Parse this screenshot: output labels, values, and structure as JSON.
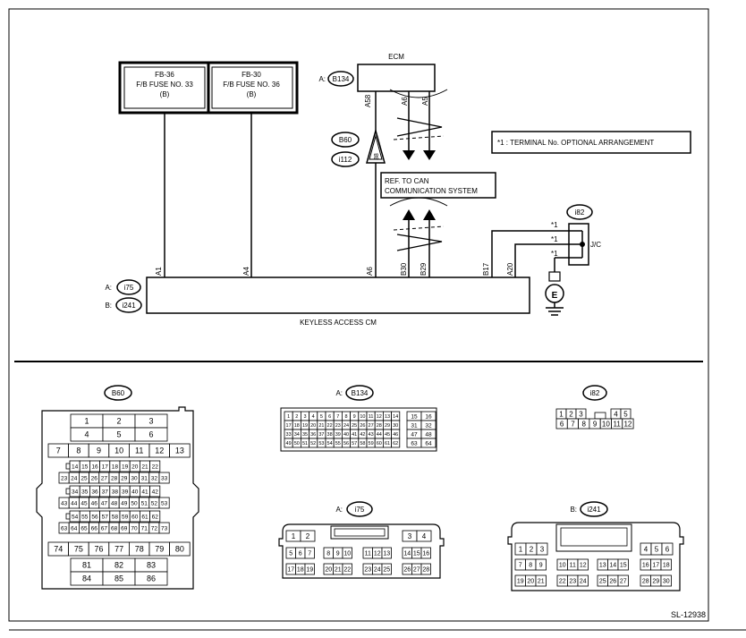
{
  "ecm": {
    "title": "ECM",
    "conn": "B134",
    "conn_prefix": "A:",
    "pins": [
      "A58",
      "A6",
      "A5"
    ]
  },
  "fuses": [
    {
      "l1": "FB-36",
      "l2": "F/B FUSE NO. 33",
      "l3": "(B)"
    },
    {
      "l1": "FB-30",
      "l2": "F/B FUSE NO. 36",
      "l3": "(B)"
    }
  ],
  "joint": {
    "top": "B60",
    "bottom": "i112",
    "pin": "38"
  },
  "note": "*1 : TERMINAL No. OPTIONAL ARRANGEMENT",
  "ref": {
    "l1": "REF. TO CAN",
    "l2": "COMMUNICATION SYSTEM"
  },
  "jc": {
    "conn": "i82",
    "label": "J/C",
    "marks": [
      "*1",
      "*1",
      "*1"
    ]
  },
  "ground": "E",
  "cm": {
    "title": "KEYLESS ACCESS CM",
    "conn_a": "i75",
    "prefix_a": "A:",
    "conn_b": "i241",
    "prefix_b": "B:",
    "pins": [
      "A1",
      "A4",
      "A6",
      "B30",
      "B29",
      "B17",
      "A20"
    ]
  },
  "connectors": {
    "b60": {
      "name": "B60",
      "top": [
        [
          "1",
          "2",
          "3"
        ],
        [
          "4",
          "5",
          "6"
        ]
      ],
      "row7": [
        "7",
        "8",
        "9",
        "10",
        "11",
        "12",
        "13"
      ],
      "mid": [
        [
          "14",
          "15",
          "16",
          "17",
          "18",
          "19",
          "20",
          "21",
          "22"
        ],
        [
          "23",
          "24",
          "25",
          "26",
          "27",
          "28",
          "29",
          "30",
          "31",
          "32",
          "33"
        ],
        [
          "34",
          "35",
          "36",
          "37",
          "38",
          "39",
          "40",
          "41",
          "42"
        ],
        [
          "43",
          "44",
          "45",
          "46",
          "47",
          "48",
          "49",
          "50",
          "51",
          "52",
          "53"
        ],
        [
          "54",
          "55",
          "56",
          "57",
          "58",
          "59",
          "60",
          "61",
          "62"
        ],
        [
          "63",
          "64",
          "65",
          "66",
          "67",
          "68",
          "69",
          "70",
          "71",
          "72",
          "73"
        ]
      ],
      "row74": [
        "74",
        "75",
        "76",
        "77",
        "78",
        "79",
        "80"
      ],
      "bottom": [
        [
          "81",
          "82",
          "83"
        ],
        [
          "84",
          "85",
          "86"
        ]
      ]
    },
    "b134": {
      "name": "B134",
      "prefix": "A:",
      "rows": [
        [
          "1",
          "2",
          "3",
          "4",
          "5",
          "6",
          "7",
          "8",
          "9",
          "10",
          "11",
          "12",
          "13",
          "14"
        ],
        [
          "17",
          "18",
          "19",
          "20",
          "21",
          "22",
          "23",
          "24",
          "25",
          "26",
          "27",
          "28",
          "29",
          "30"
        ],
        [
          "33",
          "34",
          "35",
          "36",
          "37",
          "38",
          "39",
          "40",
          "41",
          "42",
          "43",
          "44",
          "45",
          "46"
        ],
        [
          "49",
          "50",
          "51",
          "52",
          "53",
          "54",
          "55",
          "56",
          "57",
          "58",
          "59",
          "60",
          "61",
          "62"
        ]
      ],
      "right": [
        [
          "15",
          "16"
        ],
        [
          "31",
          "32"
        ],
        [
          "47",
          "48"
        ],
        [
          "63",
          "64"
        ]
      ]
    },
    "i82": {
      "name": "i82",
      "r1a": [
        "1",
        "2",
        "3"
      ],
      "r1b": [
        "4",
        "5"
      ],
      "r2": [
        "6",
        "7",
        "8",
        "9",
        "10",
        "11",
        "12"
      ]
    },
    "i75": {
      "name": "i75",
      "prefix": "A:",
      "r1": [
        [
          "1",
          "2"
        ],
        [
          "3",
          "4"
        ]
      ],
      "r2": [
        [
          "5",
          "6",
          "7"
        ],
        [
          "8",
          "9",
          "10"
        ],
        [
          "11",
          "12",
          "13"
        ],
        [
          "14",
          "15",
          "16"
        ]
      ],
      "r3": [
        [
          "17",
          "18",
          "19"
        ],
        [
          "20",
          "21",
          "22"
        ],
        [
          "23",
          "24",
          "25"
        ],
        [
          "26",
          "27",
          "28"
        ]
      ]
    },
    "i241": {
      "name": "i241",
      "prefix": "B:",
      "r1": [
        [
          "1",
          "2",
          "3"
        ],
        [
          "4",
          "5",
          "6"
        ]
      ],
      "r2": [
        [
          "7",
          "8",
          "9"
        ],
        [
          "10",
          "11",
          "12"
        ],
        [
          "13",
          "14",
          "15"
        ],
        [
          "16",
          "17",
          "18"
        ]
      ],
      "r3": [
        [
          "19",
          "20",
          "21"
        ],
        [
          "22",
          "23",
          "24"
        ],
        [
          "25",
          "26",
          "27"
        ],
        [
          "28",
          "29",
          "30"
        ]
      ]
    }
  },
  "code": "SL-12938"
}
